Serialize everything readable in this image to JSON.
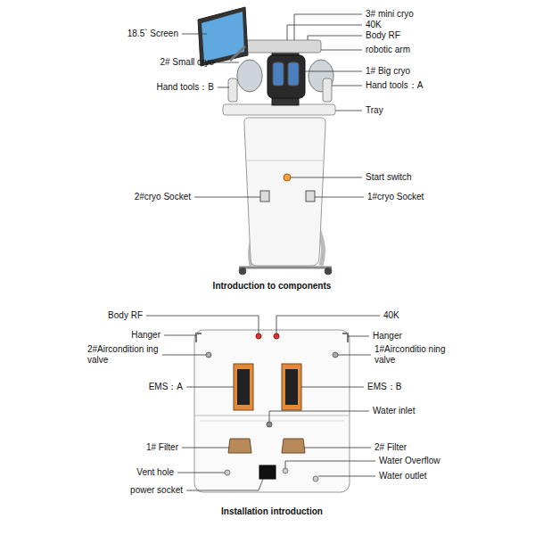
{
  "diagram": {
    "labels": [
      "18.5` Screen",
      "3# mini cryo",
      "40K",
      "Body RF",
      "robotic arm",
      "2# Small cryo",
      "1# Big cryo",
      "Hand tools：B",
      "Hand tools：A",
      "Tray",
      "Start switch",
      "2#cryo Socket",
      "1#cryo Socket",
      "Introduction to components",
      "Body RF",
      "40K",
      "Hanger",
      "Hanger",
      "2#Aircondition ing valve",
      "1#Airconditio ning valve",
      "EMS：A",
      "EMS：B",
      "Water inlet",
      "1# Filter",
      "2# Filter",
      "Vent hole",
      "Water Overflow",
      "power socket",
      "Water outlet",
      "Installation introduction"
    ]
  }
}
